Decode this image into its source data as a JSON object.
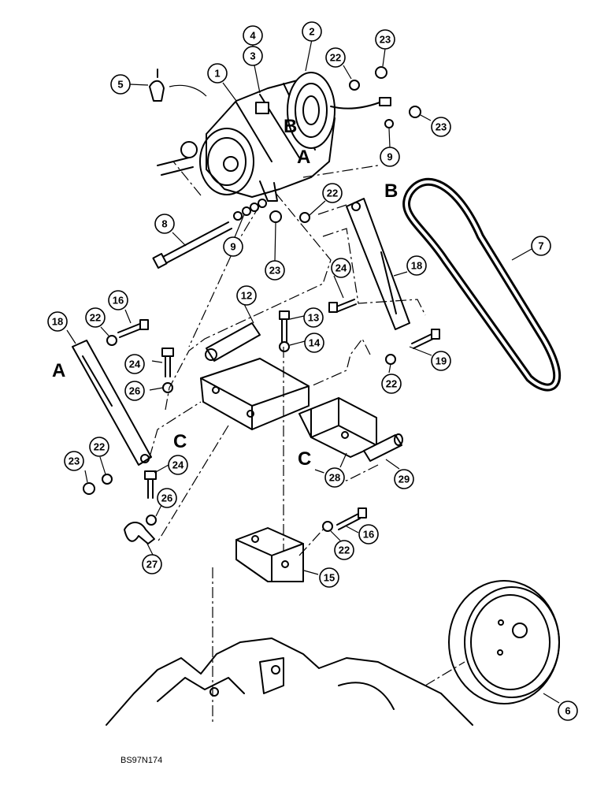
{
  "figure_code": "BS97N174",
  "callouts": [
    {
      "label": "1"
    },
    {
      "label": "2"
    },
    {
      "label": "3"
    },
    {
      "label": "4"
    },
    {
      "label": "5"
    },
    {
      "label": "22"
    },
    {
      "label": "23"
    },
    {
      "label": "23"
    },
    {
      "label": "9"
    },
    {
      "label": "22"
    },
    {
      "label": "8"
    },
    {
      "label": "9"
    },
    {
      "label": "23"
    },
    {
      "label": "7"
    },
    {
      "label": "12"
    },
    {
      "label": "24"
    },
    {
      "label": "18"
    },
    {
      "label": "18"
    },
    {
      "label": "22"
    },
    {
      "label": "16"
    },
    {
      "label": "13"
    },
    {
      "label": "14"
    },
    {
      "label": "19"
    },
    {
      "label": "24"
    },
    {
      "label": "26"
    },
    {
      "label": "22"
    },
    {
      "label": "22"
    },
    {
      "label": "23"
    },
    {
      "label": "24"
    },
    {
      "label": "26"
    },
    {
      "label": "28"
    },
    {
      "label": "29"
    },
    {
      "label": "16"
    },
    {
      "label": "22"
    },
    {
      "label": "27"
    },
    {
      "label": "15"
    },
    {
      "label": "6"
    }
  ],
  "ref_letters": [
    {
      "label": "A"
    },
    {
      "label": "B"
    },
    {
      "label": "B"
    },
    {
      "label": "A"
    },
    {
      "label": "C"
    },
    {
      "label": "C"
    }
  ]
}
